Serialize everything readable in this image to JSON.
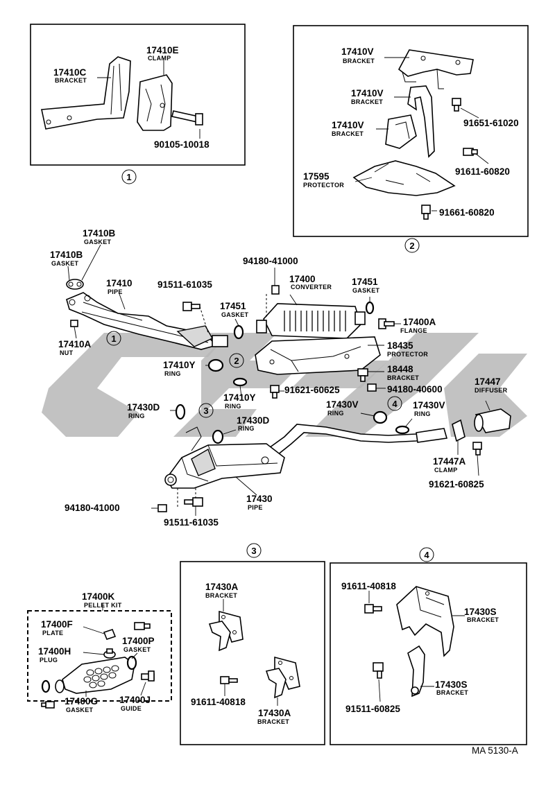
{
  "callouts": [
    "1",
    "2",
    "3",
    "4"
  ],
  "parts": {
    "p17410E": {
      "num": "17410E",
      "name": "CLAMP"
    },
    "p17410C": {
      "num": "17410C",
      "name": "BRACKET"
    },
    "p90105": {
      "num": "90105-10018"
    },
    "p17410V_a": {
      "num": "17410V",
      "name": "BRACKET"
    },
    "p17410V_b": {
      "num": "17410V",
      "name": "BRACKET"
    },
    "p17410V_c": {
      "num": "17410V",
      "name": "BRACKET"
    },
    "p91651": {
      "num": "91651-61020"
    },
    "p91611_60820": {
      "num": "91611-60820"
    },
    "p17595": {
      "num": "17595",
      "name": "PROTECTOR"
    },
    "p91661": {
      "num": "91661-60820"
    },
    "p17410B_a": {
      "num": "17410B",
      "name": "GASKET"
    },
    "p17410B_b": {
      "num": "17410B",
      "name": "GASKET"
    },
    "p17410": {
      "num": "17410",
      "name": "PIPE"
    },
    "p17410A": {
      "num": "17410A",
      "name": "NUT"
    },
    "p91511_61035_a": {
      "num": "91511-61035"
    },
    "p17451_a": {
      "num": "17451",
      "name": "GASKET"
    },
    "p94180_a": {
      "num": "94180-41000"
    },
    "p17400": {
      "num": "17400",
      "name": "CONVERTER"
    },
    "p17451_b": {
      "num": "17451",
      "name": "GASKET"
    },
    "p17400A": {
      "num": "17400A",
      "name": "FLANGE"
    },
    "p18435": {
      "num": "18435",
      "name": "PROTECTOR"
    },
    "p18448": {
      "num": "18448",
      "name": "BRACKET"
    },
    "p94180_40600": {
      "num": "94180-40600"
    },
    "p17410Y_a": {
      "num": "17410Y",
      "name": "RING"
    },
    "p91621_60625": {
      "num": "91621-60625"
    },
    "p17410Y_b": {
      "num": "17410Y",
      "name": "RING"
    },
    "p17447": {
      "num": "17447",
      "name": "DIFFUSER"
    },
    "p17430D_a": {
      "num": "17430D",
      "name": "RING"
    },
    "p17430D_b": {
      "num": "17430D",
      "name": "RING"
    },
    "p17430V_a": {
      "num": "17430V",
      "name": "RING"
    },
    "p17430V_b": {
      "num": "17430V",
      "name": "RING"
    },
    "p17447A": {
      "num": "17447A",
      "name": "CLAMP"
    },
    "p91621_60825": {
      "num": "91621-60825"
    },
    "p17430": {
      "num": "17430",
      "name": "PIPE"
    },
    "p94180_b": {
      "num": "94180-41000"
    },
    "p91511_61035_b": {
      "num": "91511-61035"
    },
    "p17400K": {
      "num": "17400K",
      "name": "PELLET KIT"
    },
    "p17400F": {
      "num": "17400F",
      "name": "PLATE"
    },
    "p17400P": {
      "num": "17400P",
      "name": "GASKET"
    },
    "p17400H": {
      "num": "17400H",
      "name": "PLUG"
    },
    "p17400G": {
      "num": "17400G",
      "name": "GASKET"
    },
    "p17400J": {
      "num": "17400J",
      "name": "GUIDE"
    },
    "p17430A_a": {
      "num": "17430A",
      "name": "BRACKET"
    },
    "p91611_40818_a": {
      "num": "91611-40818"
    },
    "p17430A_b": {
      "num": "17430A",
      "name": "BRACKET"
    },
    "p91611_40818_b": {
      "num": "91611-40818"
    },
    "p17430S_a": {
      "num": "17430S",
      "name": "BRACKET"
    },
    "p17430S_b": {
      "num": "17430S",
      "name": "BRACKET"
    },
    "p91511_60825": {
      "num": "91511-60825"
    }
  },
  "footer_code": "MA 5130-A",
  "icons": [
    "bolt-icon",
    "nut-icon",
    "ring-icon",
    "gasket-icon",
    "watermark-logo"
  ]
}
